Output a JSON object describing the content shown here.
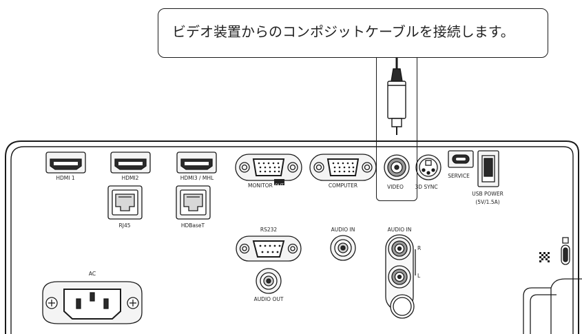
{
  "callout": {
    "text": "ビデオ装置からのコンポジットケーブルを接続します。"
  },
  "labels": {
    "hdmi1": "HDMI 1",
    "hdmi2": "HDMI2",
    "hdmi3": "HDMI3 / MHL",
    "monitor": "MONITOR",
    "monitor_out": "OUT",
    "computer": "COMPUTER",
    "video": "VIDEO",
    "sync3d": "3D SYNC",
    "service": "SERVICE",
    "usb_power": "USB POWER",
    "usb_power_spec": "(5V/1.5A)",
    "rj45": "RJ45",
    "hdbaset": "HDBaseT",
    "rs232": "RS232",
    "audio_in_1": "AUDIO IN",
    "audio_in_2": "AUDIO IN",
    "audio_r": "R",
    "audio_l": "L",
    "audio_out": "AUDIO OUT",
    "ac": "AC"
  },
  "highlight": {
    "target": "video-port"
  },
  "colors": {
    "line": "#1a1a1a",
    "panel_fill": "#ffffff",
    "port_fill": "#f2f2f2",
    "dark_fill": "#2a2a2a"
  }
}
